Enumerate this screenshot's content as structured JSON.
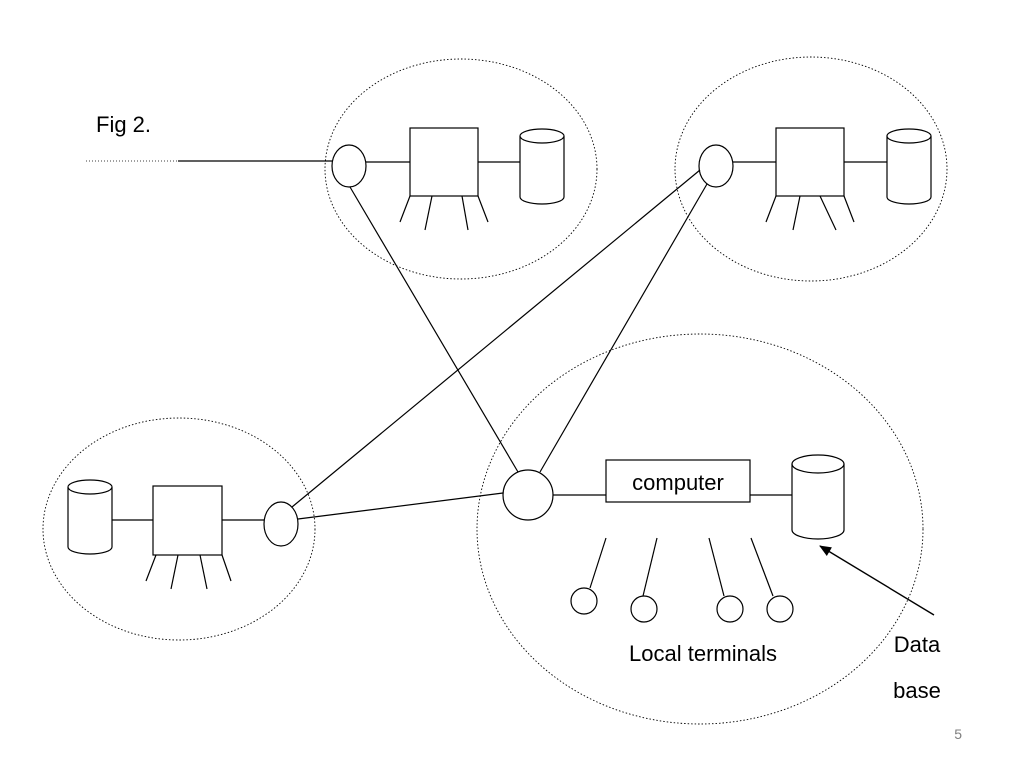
{
  "slide": {
    "caption": "Fig 2.",
    "page_number": "5"
  },
  "diagram": {
    "computer_label": "computer",
    "terminals_label": "Local terminals",
    "database_label_line1": "Data",
    "database_label_line2": "base"
  },
  "colors": {
    "stroke": "#000000",
    "background": "#ffffff",
    "page_number": "#7f7f7f"
  }
}
